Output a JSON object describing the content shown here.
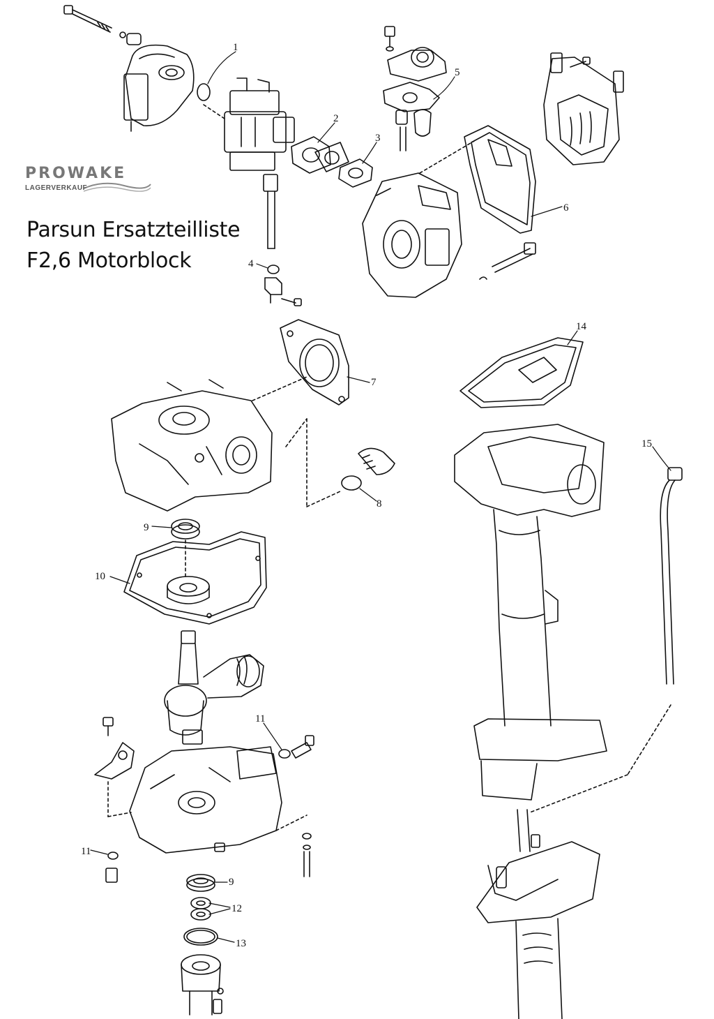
{
  "logo": {
    "brand": "PROWAKE",
    "sub": "LAGERVERKAUF"
  },
  "title": {
    "line1": "Parsun  Ersatzteilliste",
    "line2": "F2,6 Motorblock"
  },
  "callouts": [
    {
      "id": "c1",
      "label": "1"
    },
    {
      "id": "c2",
      "label": "2"
    },
    {
      "id": "c3",
      "label": "3"
    },
    {
      "id": "c4",
      "label": "4"
    },
    {
      "id": "c5",
      "label": "5"
    },
    {
      "id": "c6",
      "label": "6"
    },
    {
      "id": "c7",
      "label": "7"
    },
    {
      "id": "c8",
      "label": "8"
    },
    {
      "id": "c9a",
      "label": "9"
    },
    {
      "id": "c9b",
      "label": "9"
    },
    {
      "id": "c10",
      "label": "10"
    },
    {
      "id": "c11a",
      "label": "11"
    },
    {
      "id": "c11b",
      "label": "11"
    },
    {
      "id": "c12",
      "label": "12"
    },
    {
      "id": "c13",
      "label": "13"
    },
    {
      "id": "c14",
      "label": "14"
    },
    {
      "id": "c15",
      "label": "15"
    }
  ]
}
